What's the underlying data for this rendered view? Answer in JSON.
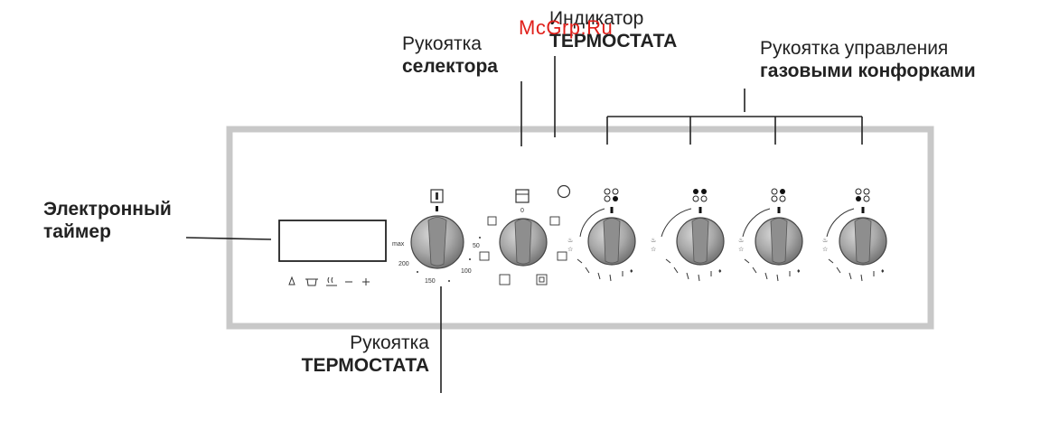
{
  "labels": {
    "selector_knob": {
      "line1": "Рукоятка",
      "line2": "селектора"
    },
    "thermostat_indicator": {
      "line1": "Индикатор",
      "line2": "ТЕРМОСТАТА"
    },
    "gas_burner_knobs": {
      "line1": "Рукоятка управления",
      "line2": "газовыми конфорками"
    },
    "electronic_timer": {
      "line1": "Электронный",
      "line2": "таймер"
    },
    "thermostat_knob": {
      "line1": "Рукоятка",
      "line2": "ТЕРМОСТАТА"
    }
  },
  "watermark": "McGrp.Ru",
  "thermostat_scale": {
    "max": "max",
    "t200": "200",
    "t150": "150",
    "t100": "100",
    "t50": "50"
  },
  "selector_scale": {
    "zero": "0"
  },
  "timer_buttons": [
    "bell-icon",
    "pot-icon",
    "steam-icon",
    "minus-icon",
    "plus-icon"
  ],
  "colors": {
    "panel_border": "#c8c8c8",
    "line": "#222222",
    "knob_shade": "#9a9a9a",
    "watermark": "#e0201b"
  }
}
